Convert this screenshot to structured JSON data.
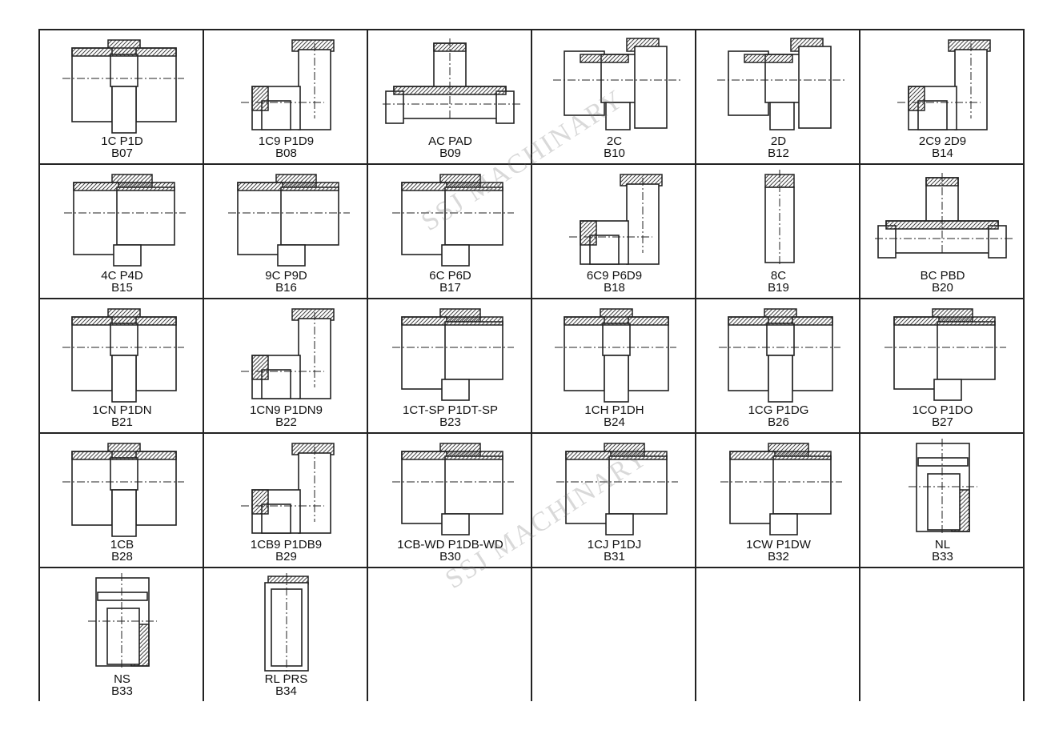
{
  "catalog": {
    "cells": [
      {
        "series": "1C P1D",
        "code": "B07",
        "icon": "straight-union-fitting"
      },
      {
        "series": "1C9 P1D9",
        "code": "B08",
        "icon": "elbow-90-fitting"
      },
      {
        "series": "AC PAD",
        "code": "B09",
        "icon": "tee-fitting"
      },
      {
        "series": "2C",
        "code": "B10",
        "icon": "swivel-nut-adapter"
      },
      {
        "series": "2D",
        "code": "B12",
        "icon": "swivel-nut-adapter"
      },
      {
        "series": "2C9 2D9",
        "code": "B14",
        "icon": "swivel-elbow-fitting"
      },
      {
        "series": "4C P4D",
        "code": "B15",
        "icon": "half-section-adapter"
      },
      {
        "series": "9C P9D",
        "code": "B16",
        "icon": "bulkhead-adapter"
      },
      {
        "series": "6C P6D",
        "code": "B17",
        "icon": "long-body-adapter"
      },
      {
        "series": "6C9 P6D9",
        "code": "B18",
        "icon": "long-elbow-fitting"
      },
      {
        "series": "8C",
        "code": "B19",
        "icon": "plug-fitting"
      },
      {
        "series": "BC PBD",
        "code": "B20",
        "icon": "branch-tee-fitting"
      },
      {
        "series": "1CN P1DN",
        "code": "B21",
        "icon": "npt-adapter"
      },
      {
        "series": "1CN9 P1DN9",
        "code": "B22",
        "icon": "npt-elbow-fitting"
      },
      {
        "series": "1CT-SP P1DT-SP",
        "code": "B23",
        "icon": "tapered-adapter"
      },
      {
        "series": "1CH P1DH",
        "code": "B24",
        "icon": "straight-union-fitting"
      },
      {
        "series": "1CG P1DG",
        "code": "B26",
        "icon": "bsp-adapter"
      },
      {
        "series": "1CO P1DO",
        "code": "B27",
        "icon": "o-ring-adapter"
      },
      {
        "series": "1CB",
        "code": "B28",
        "icon": "straight-union-fitting"
      },
      {
        "series": "1CB9 P1DB9",
        "code": "B29",
        "icon": "elbow-90-fitting"
      },
      {
        "series": "1CB-WD P1DB-WD",
        "code": "B30",
        "icon": "tapered-adapter"
      },
      {
        "series": "1CJ P1DJ",
        "code": "B31",
        "icon": "jic-adapter"
      },
      {
        "series": "1CW P1DW",
        "code": "B32",
        "icon": "weld-adapter"
      },
      {
        "series": "NL",
        "code": "B33",
        "icon": "hex-nut"
      },
      {
        "series": "NS",
        "code": "B33",
        "icon": "hex-nut"
      },
      {
        "series": "RL PRS",
        "code": "B34",
        "icon": "sleeve-ring"
      },
      {
        "series": "",
        "code": "",
        "icon": ""
      },
      {
        "series": "",
        "code": "",
        "icon": ""
      },
      {
        "series": "",
        "code": "",
        "icon": ""
      },
      {
        "series": "",
        "code": "",
        "icon": ""
      }
    ]
  },
  "watermarks": [
    "SSJ MACHINARY",
    "SSJ MACHINARY"
  ],
  "colors": {
    "line": "#222222",
    "hatch": "#444444",
    "paper": "#ffffff"
  }
}
